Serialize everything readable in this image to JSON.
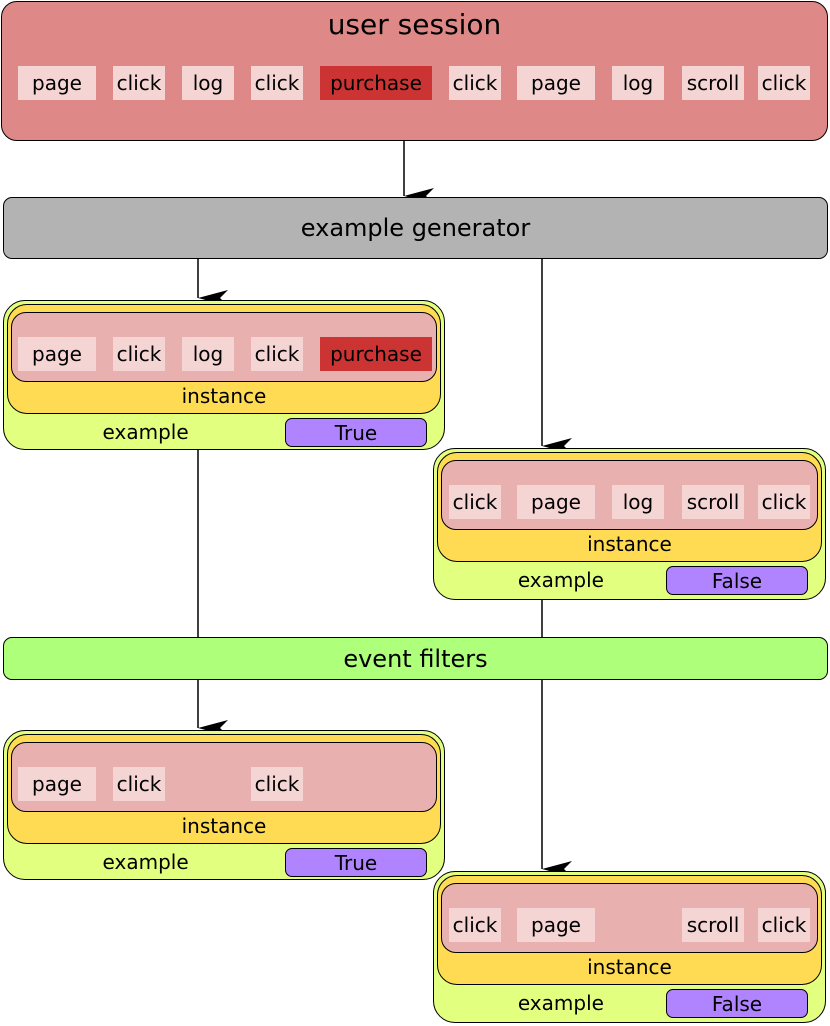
{
  "session": {
    "title": "user session",
    "events": [
      {
        "label": "page",
        "highlight": false
      },
      {
        "label": "click",
        "highlight": false
      },
      {
        "label": "log",
        "highlight": false
      },
      {
        "label": "click",
        "highlight": false
      },
      {
        "label": "purchase",
        "highlight": true
      },
      {
        "label": "click",
        "highlight": false
      },
      {
        "label": "page",
        "highlight": false
      },
      {
        "label": "log",
        "highlight": false
      },
      {
        "label": "scroll",
        "highlight": false
      },
      {
        "label": "click",
        "highlight": false
      }
    ]
  },
  "generator": {
    "label": "example generator"
  },
  "filters": {
    "label": "event filters"
  },
  "examples": [
    {
      "instance_label": "instance",
      "example_label": "example",
      "value": "True",
      "events": [
        {
          "label": "page",
          "highlight": false
        },
        {
          "label": "click",
          "highlight": false
        },
        {
          "label": "log",
          "highlight": false
        },
        {
          "label": "click",
          "highlight": false
        },
        {
          "label": "purchase",
          "highlight": true
        }
      ]
    },
    {
      "instance_label": "instance",
      "example_label": "example",
      "value": "False",
      "events": [
        {
          "label": "click",
          "highlight": false
        },
        {
          "label": "page",
          "highlight": false
        },
        {
          "label": "log",
          "highlight": false
        },
        {
          "label": "scroll",
          "highlight": false
        },
        {
          "label": "click",
          "highlight": false
        }
      ]
    },
    {
      "instance_label": "instance",
      "example_label": "example",
      "value": "True",
      "events": [
        {
          "label": "page",
          "highlight": false
        },
        {
          "label": "click",
          "highlight": false
        },
        {
          "label": "click",
          "highlight": false
        }
      ]
    },
    {
      "instance_label": "instance",
      "example_label": "example",
      "value": "False",
      "events": [
        {
          "label": "click",
          "highlight": false
        },
        {
          "label": "page",
          "highlight": false
        },
        {
          "label": "scroll",
          "highlight": false
        },
        {
          "label": "click",
          "highlight": false
        }
      ]
    }
  ],
  "colors": {
    "session_bg": "#de8987",
    "event_bg": "#f5d4d4",
    "event_highlight": "#cc3333",
    "generator_bg": "#b3b3b3",
    "filters_bg": "#aeff7a",
    "example_bg": "#e2ff80",
    "instance_bg": "#ffdb53",
    "inner_bg": "#e9b0b0",
    "badge_bg": "#b083ff"
  }
}
